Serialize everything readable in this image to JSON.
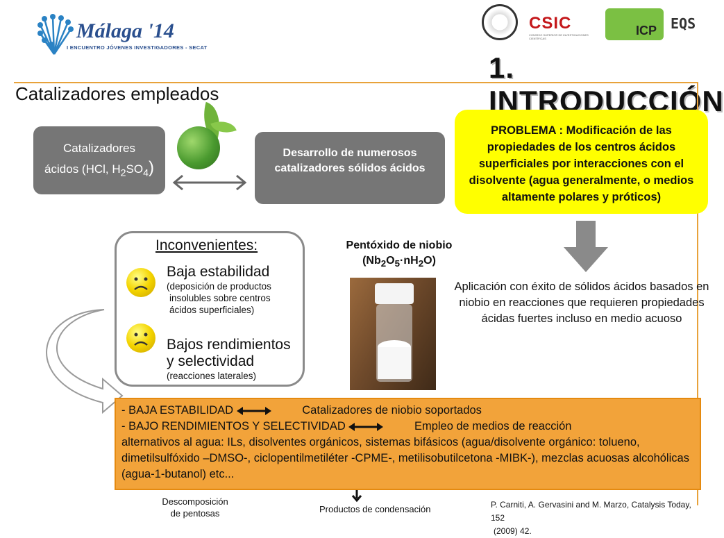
{
  "header": {
    "event_name": "Málaga '14",
    "event_subtitle": "I ENCUENTRO JÓVENES INVESTIGADORES - SECAT",
    "csic_label": "CSIC",
    "csic_sub": "CONSEJO SUPERIOR DE INVESTIGACIONES CIENTÍFICAS",
    "icp_label": "ICP",
    "eqs_label": "EQS",
    "title": "1. INTRODUCCIÓN"
  },
  "section_title": "Catalizadores empleados",
  "box_acids": {
    "line1": "Catalizadores",
    "line2_pre": "ácidos (HCl, H",
    "sub1": "2",
    "line2_mid": "SO",
    "sub2": "4",
    "line2_end": ")"
  },
  "box_solid": "Desarrollo de numerosos catalizadores sólidos ácidos",
  "problem": "PROBLEMA :  Modificación de las propiedades de los centros ácidos superficiales por interacciones con el disolvente (agua generalmente, o medios altamente polares y próticos)",
  "application": "Aplicación con éxito de sólidos ácidos basados en niobio en reacciones que requieren propiedades ácidas fuertes incluso en medio acuoso",
  "inconvenientes": {
    "title": "Inconvenientes:",
    "item1_main": "Baja estabilidad",
    "item1_detail_1": "(deposición de productos",
    "item1_detail_2": "insolubles sobre centros",
    "item1_detail_3": "ácidos superficiales)",
    "item2_main_1": "Bajos rendimientos",
    "item2_main_2": "y selectividad",
    "item2_detail": "(reacciones laterales)"
  },
  "niobium": {
    "title": "Pentóxido de niobio",
    "f_open": "(Nb",
    "s1": "2",
    "f_o": "O",
    "s2": "5",
    "f_mid": "·nH",
    "s3": "2",
    "f_end": "O)"
  },
  "solutions": {
    "row1_left": "- BAJA ESTABILIDAD",
    "row1_right": "Catalizadores de niobio soportados",
    "row2_left": "- BAJO RENDIMIENTOS Y SELECTIVIDAD",
    "row2_right": "Empleo de medios de reacción",
    "rest": "alternativos al agua: ILs, disolventes orgánicos, sistemas bifásicos (agua/disolvente orgánico: tolueno, dimetilsulfóxido –DMSO-, ciclopentilmetiléter -CPME-, metilisobutilcetona  -MIBK-), mezclas acuosas alcohólicas (agua-1-butanol) etc..."
  },
  "footer": {
    "left_1": "Descomposición",
    "left_2": "de pentosas",
    "middle": "Productos de condensación",
    "reference_1": "P. Carniti, A. Gervasini and M. Marzo, Catalysis Today, 152",
    "reference_2": "(2009) 42."
  },
  "colors": {
    "accent": "#e8a23a",
    "problem_bg": "#ffff00",
    "grey_box": "#767676",
    "orange_box": "#f2a33a"
  }
}
